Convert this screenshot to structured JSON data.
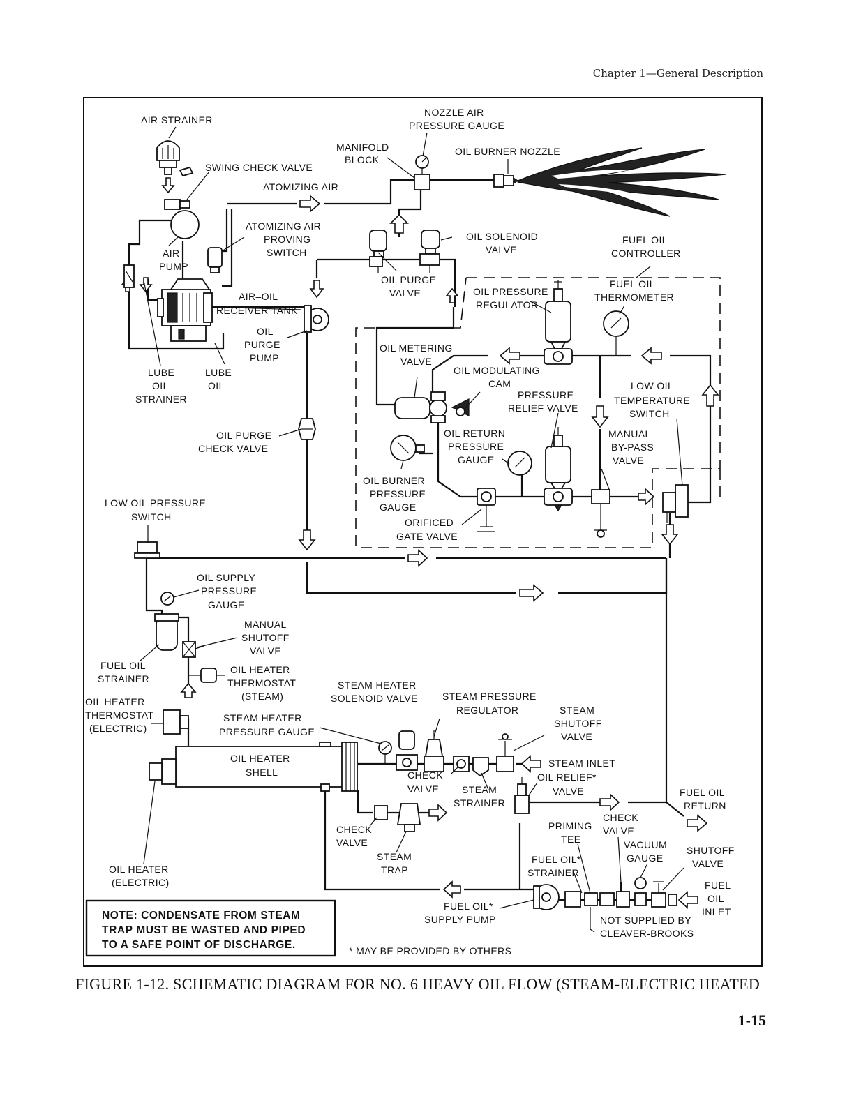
{
  "header": {
    "chapter": "Chapter 1—General Description"
  },
  "figure": {
    "caption": "FIGURE 1-12. SCHEMATIC DIAGRAM FOR NO. 6 HEAVY OIL FLOW (STEAM-ELECTRIC HEATED",
    "page_number": "1-15"
  },
  "labels": {
    "air_strainer": "AIR STRAINER",
    "swing_check_valve": "SWING CHECK VALVE",
    "atomizing_air": "ATOMIZING AIR",
    "manifold_block": [
      "MANIFOLD",
      "BLOCK"
    ],
    "nozzle_air_pressure_gauge": [
      "NOZZLE AIR",
      "PRESSURE GAUGE"
    ],
    "oil_burner_nozzle": "OIL BURNER NOZZLE",
    "atomizing_air_proving_switch": [
      "ATOMIZING AIR",
      "PROVING",
      "SWITCH"
    ],
    "air_pump": [
      "AIR",
      "PUMP"
    ],
    "oil_solenoid_valve": [
      "OIL SOLENOID",
      "VALVE"
    ],
    "fuel_oil_controller": [
      "FUEL OIL",
      "CONTROLLER"
    ],
    "air_oil_receiver_tank": [
      "AIR–OIL",
      "RECEIVER TANK"
    ],
    "oil_purge_valve": [
      "OIL PURGE",
      "VALVE"
    ],
    "oil_pressure_regulator": [
      "OIL PRESSURE",
      "REGULATOR"
    ],
    "fuel_oil_thermometer": [
      "FUEL OIL",
      "THERMOMETER"
    ],
    "oil_purge_pump": [
      "OIL",
      "PURGE",
      "PUMP"
    ],
    "oil_metering_valve": [
      "OIL METERING",
      "VALVE"
    ],
    "oil_modulating_cam": [
      "OIL MODULATING",
      "CAM"
    ],
    "lube_oil_strainer": [
      "LUBE",
      "OIL",
      "STRAINER"
    ],
    "lube_oil": [
      "LUBE",
      "OIL"
    ],
    "pressure_relief_valve": [
      "PRESSURE",
      "RELIEF VALVE"
    ],
    "low_oil_temperature_switch": [
      "LOW OIL",
      "TEMPERATURE",
      "SWITCH"
    ],
    "oil_purge_check_valve": [
      "OIL PURGE",
      "CHECK VALVE"
    ],
    "oil_return_pressure_gauge": [
      "OIL RETURN",
      "PRESSURE",
      "GAUGE"
    ],
    "manual_bypass_valve": [
      "MANUAL",
      "BY-PASS",
      "VALVE"
    ],
    "oil_burner_pressure_gauge": [
      "OIL BURNER",
      "PRESSURE",
      "GAUGE"
    ],
    "low_oil_pressure_switch": [
      "LOW OIL PRESSURE",
      "SWITCH"
    ],
    "orificed_gate_valve": [
      "ORIFICED",
      "GATE VALVE"
    ],
    "oil_supply_pressure_gauge": [
      "OIL SUPPLY",
      "PRESSURE",
      "GAUGE"
    ],
    "manual_shutoff_valve": [
      "MANUAL",
      "SHUTOFF",
      "VALVE"
    ],
    "fuel_oil_strainer": [
      "FUEL OIL",
      "STRAINER"
    ],
    "oil_heater_thermostat_steam": [
      "OIL HEATER",
      "THERMOSTAT",
      "(STEAM)"
    ],
    "steam_heater_solenoid_valve": [
      "STEAM HEATER",
      "SOLENOID VALVE"
    ],
    "steam_pressure_regulator": [
      "STEAM PRESSURE",
      "REGULATOR"
    ],
    "oil_heater_thermostat_electric": [
      "OIL HEATER",
      "THERMOSTAT",
      "(ELECTRIC)"
    ],
    "steam_heater_pressure_gauge": [
      "STEAM HEATER",
      "PRESSURE GAUGE"
    ],
    "steam_shutoff_valve": [
      "STEAM",
      "SHUTOFF",
      "VALVE"
    ],
    "oil_heater_shell": [
      "OIL HEATER",
      "SHELL"
    ],
    "steam_inlet": "STEAM INLET",
    "check_valve_upper": [
      "CHECK",
      "VALVE"
    ],
    "steam_strainer": [
      "STEAM",
      "STRAINER"
    ],
    "oil_relief_valve": [
      "OIL RELIEF*",
      "VALVE"
    ],
    "fuel_oil_return": [
      "FUEL OIL",
      "RETURN"
    ],
    "check_valve_right": [
      "CHECK",
      "VALVE"
    ],
    "priming_tee": [
      "PRIMING",
      "TEE"
    ],
    "check_valve_lower": [
      "CHECK",
      "VALVE"
    ],
    "vacuum_gauge": [
      "VACUUM",
      "GAUGE"
    ],
    "shutoff_valve": [
      "SHUTOFF",
      "VALVE"
    ],
    "steam_trap": [
      "STEAM",
      "TRAP"
    ],
    "fuel_oil_strainer_star": [
      "FUEL OIL*",
      "STRAINER"
    ],
    "oil_heater_electric": [
      "OIL HEATER",
      "(ELECTRIC)"
    ],
    "fuel_oil_inlet": [
      "FUEL",
      "OIL",
      "INLET"
    ],
    "fuel_oil_supply_pump": [
      "FUEL OIL*",
      "SUPPLY PUMP"
    ],
    "not_supplied_by": [
      "NOT SUPPLIED BY",
      "CLEAVER-BROOKS"
    ],
    "footnote": "* MAY BE PROVIDED BY OTHERS"
  },
  "note": [
    "NOTE:  CONDENSATE  FROM  STEAM",
    "TRAP  MUST  BE  WASTED  AND  PIPED",
    "TO  A  SAFE  POINT  OF  DISCHARGE."
  ]
}
